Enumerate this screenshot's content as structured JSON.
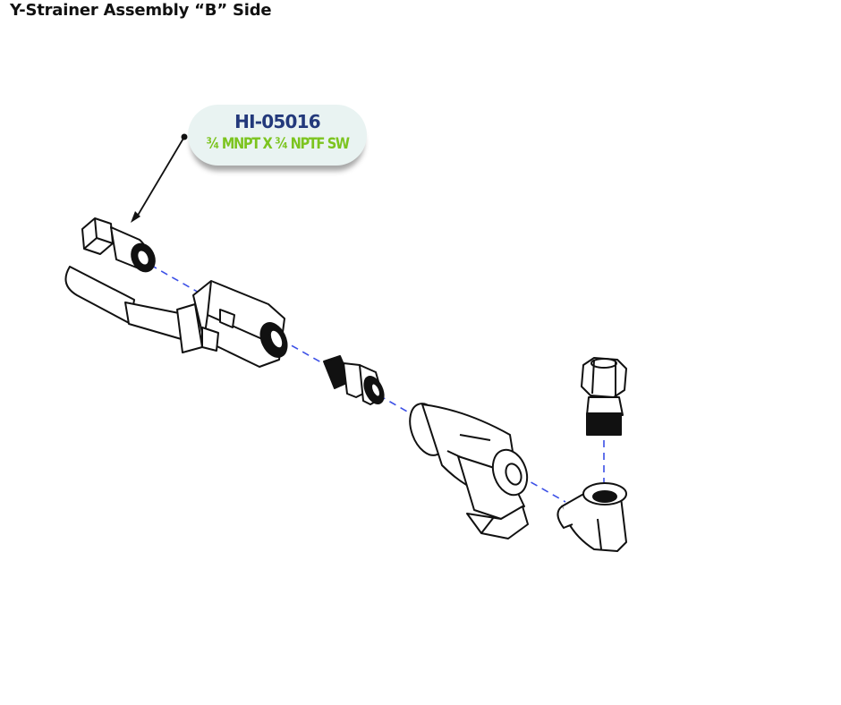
{
  "title": "Y-Strainer Assembly “B” Side",
  "callout": {
    "part_number": "HI-05016",
    "description": "¾ MNPT X ¾ NPTF SW"
  },
  "colors": {
    "part_number_text": "#23397b",
    "description_text": "#7cc41f",
    "callout_background": "#e9f3f2",
    "centerline": "#3c50e6",
    "outline": "#111111"
  },
  "icons": [
    "swivel-adapter-icon",
    "ball-valve-icon",
    "hex-nipple-icon",
    "y-strainer-icon",
    "elbow-icon",
    "swivel-fitting-icon"
  ]
}
